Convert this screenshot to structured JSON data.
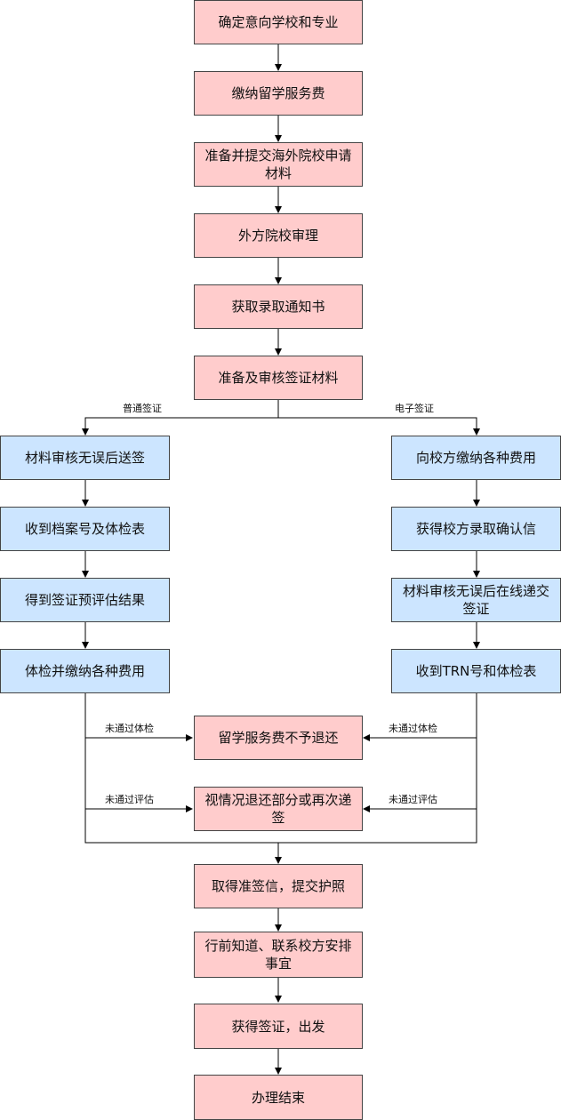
{
  "nodes": {
    "n1": "确定意向学校和专业",
    "n2": "缴纳留学服务费",
    "n3": "准备并提交海外院校申请材料",
    "n4": "外方院校审理",
    "n5": "获取录取通知书",
    "n6": "准备及审核签证材料",
    "l1": "材料审核无误后送签",
    "l2": "收到档案号及体检表",
    "l3": "得到签证预评估结果",
    "l4": "体检并缴纳各种费用",
    "r1": "向校方缴纳各种费用",
    "r2": "获得校方录取确认信",
    "r3": "材料审核无误后在线递交签证",
    "r4": "收到TRN号和体检表",
    "f1": "留学服务费不予退还",
    "f2": "视情况退还部分或再次递签",
    "s1": "取得准签信，提交护照",
    "s2": "行前知道、联系校方安排事宜",
    "s3": "获得签证，出发",
    "s4": "办理结束"
  },
  "edge_labels": {
    "branch_left": "普通签证",
    "branch_right": "电子签证",
    "fail_exam_left": "未通过体检",
    "fail_exam_right": "未通过体检",
    "fail_eval_left": "未通过评估",
    "fail_eval_right": "未通过评估"
  },
  "colors": {
    "main_fill": "#ffcccc",
    "branch_fill": "#cce5ff",
    "stroke": "#000000"
  }
}
